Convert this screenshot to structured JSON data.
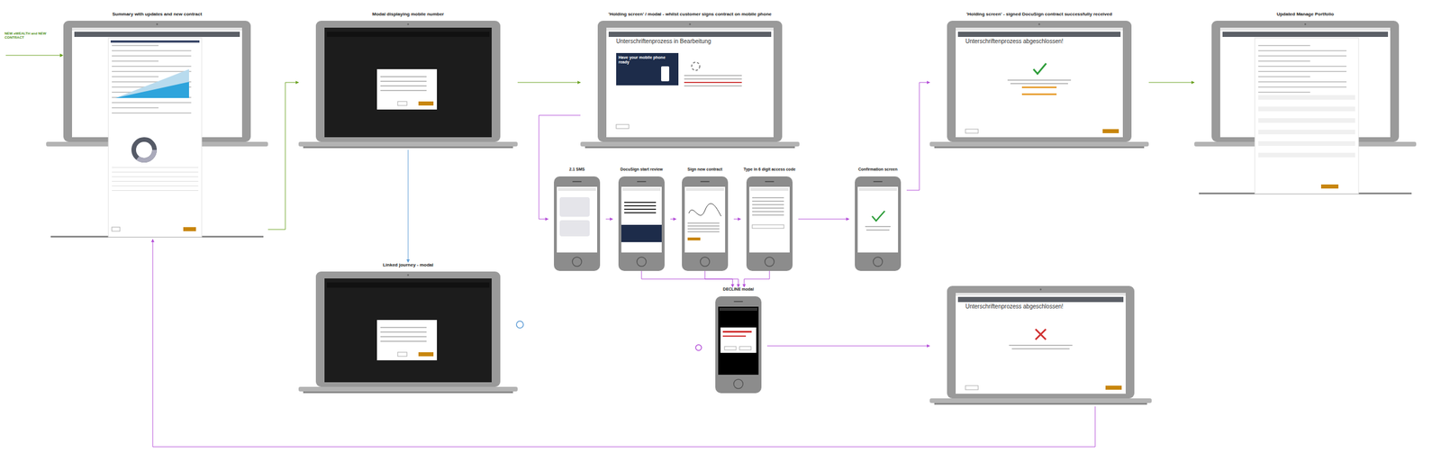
{
  "diagram": {
    "nodes": [
      {
        "text": [
          "Summary with updates and new contract"
        ]
      },
      {
        "text": [
          "Modal displaying mobile number"
        ]
      },
      {
        "text": [
          "'Holding screen' / modal - whilst customer signs contract on mobile phone",
          "Unterschriftenprozess in Bearbeitung",
          "Have your mobile phone ready"
        ]
      },
      {
        "text": [
          "'Holding screen' - signed DocuSign contract successfully received",
          "Unterschriftenprozess abgeschlossen!"
        ]
      },
      {
        "text": [
          "Updated Manage Portfolio"
        ]
      },
      {
        "text": [
          "Linked journey - modal"
        ]
      },
      {
        "text": [
          "2.1 SMS"
        ]
      },
      {
        "text": [
          "DocuSign start review"
        ]
      },
      {
        "text": [
          "Sign new contract"
        ]
      },
      {
        "text": [
          "Type in 6 digit access code"
        ]
      },
      {
        "text": [
          "Confirmation screen"
        ]
      },
      {
        "text": [
          "DECLINE modal"
        ]
      },
      {
        "text": [
          "Unterschriftenprozess abgeschlossen!"
        ]
      }
    ],
    "edges": [
      {
        "from": 0,
        "to": 1,
        "arrow": "to"
      },
      {
        "from": 1,
        "to": 2,
        "arrow": "to"
      },
      {
        "from": 1,
        "to": 5,
        "arrow": "to"
      },
      {
        "from": 2,
        "to": 6,
        "arrow": "to"
      },
      {
        "from": 6,
        "to": 7,
        "arrow": "to"
      },
      {
        "from": 7,
        "to": 8,
        "arrow": "to"
      },
      {
        "from": 8,
        "to": 9,
        "arrow": "to"
      },
      {
        "from": 9,
        "to": 10,
        "arrow": "to"
      },
      {
        "from": 10,
        "to": 3,
        "arrow": "to"
      },
      {
        "from": 3,
        "to": 4,
        "arrow": "to"
      },
      {
        "from": 7,
        "to": 11,
        "arrow": "to"
      },
      {
        "from": 8,
        "to": 11,
        "arrow": "to"
      },
      {
        "from": 9,
        "to": 11,
        "arrow": "to"
      },
      {
        "from": 11,
        "to": 12,
        "arrow": "to"
      },
      {
        "from": 12,
        "to": 0,
        "arrow": "to"
      }
    ],
    "labels": [
      "NEW eWEALTH and NEW CONTRACT"
    ]
  }
}
